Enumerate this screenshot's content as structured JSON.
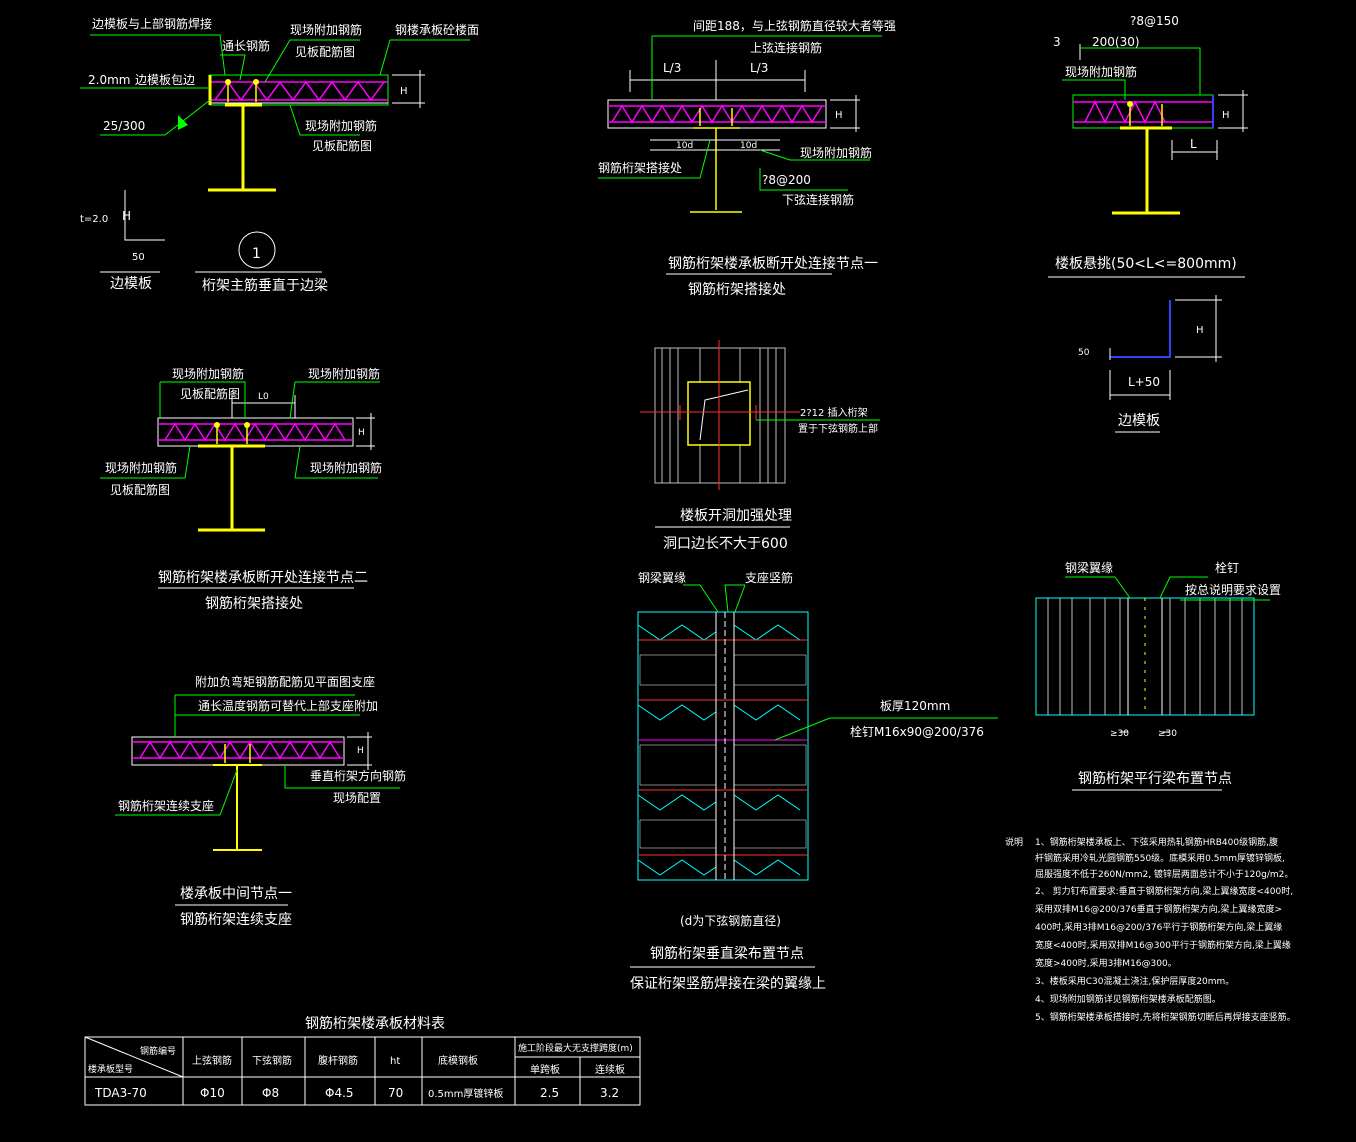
{
  "node1": {
    "labels": [
      "边模板与上部钢筋焊接",
      "通长钢筋",
      "现场附加钢筋",
      "见板配筋图",
      "钢楼承板砼楼面",
      "2.0mm",
      "边模板包边",
      "25/300",
      "现场附加钢筋",
      "见板配筋图",
      "H"
    ],
    "edge_plate_labels": [
      "t=2.0",
      "H",
      "50",
      "边模板"
    ],
    "number": "1",
    "title": "桁架主筋垂直于边梁"
  },
  "node2": {
    "labels": [
      "间距188，与上弦钢筋直径较大者等强",
      "上弦连接钢筋",
      "L/3",
      "L/3",
      "H",
      "钢筋桁架搭接处",
      "10d",
      "10d",
      "现场附加钢筋",
      "?8@200",
      "下弦连接钢筋"
    ],
    "title1": "钢筋桁架楼承板断开处连接节点一",
    "title2": "钢筋桁架搭接处"
  },
  "node3": {
    "labels": [
      "?8@150",
      "3",
      "200(30)",
      "现场附加钢筋",
      "H",
      "L"
    ],
    "title": "楼板悬挑(50<L<=800mm)",
    "edge_plate_labels": [
      "50",
      "H",
      "L+50",
      "边模板"
    ]
  },
  "node4": {
    "labels": [
      "现场附加钢筋",
      "见板配筋图",
      "L0",
      "现场附加钢筋",
      "H",
      "现场附加钢筋",
      "见板配筋图",
      "现场附加钢筋"
    ],
    "title1": "钢筋桁架楼承板断开处连接节点二",
    "title2": "钢筋桁架搭接处"
  },
  "node5": {
    "labels": [
      "2?12 插入桁架",
      "置于下弦钢筋上部"
    ],
    "title1": "楼板开洞加强处理",
    "title2": "洞口边长不大于600"
  },
  "node6": {
    "labels": [
      "附加负弯矩钢筋配筋见平面图支座",
      "通长温度钢筋可替代上部支座附加",
      "H",
      "垂直桁架方向钢筋",
      "现场配置",
      "钢筋桁架连续支座"
    ],
    "title1": "楼承板中间节点一",
    "title2": "钢筋桁架连续支座"
  },
  "node7": {
    "labels": [
      "钢梁翼缘",
      "支座竖筋",
      "板厚120mm",
      "栓钉M16x90@200/376",
      "(d为下弦钢筋直径)"
    ],
    "title1": "钢筋桁架垂直梁布置节点",
    "title2": "保证桁架竖筋焊接在梁的翼缘上"
  },
  "node8": {
    "labels": [
      "钢梁翼缘",
      "栓钉",
      "按总说明要求设置",
      "≥30",
      "≥30"
    ],
    "title": "钢筋桁架平行梁布置节点"
  },
  "notes": {
    "head": "说明",
    "lines": [
      "1、钢筋桁架楼承板上、下弦采用热轧钢筋HRB400级钢筋,腹",
      "杆钢筋采用冷轧光圆钢筋550级。底模采用0.5mm厚镀锌钢板,",
      "屈服强度不低于260N/mm2, 镀锌层两面总计不小于120g/m2。",
      "2、 剪力钉布置要求:垂直于钢筋桁架方向,梁上翼缘宽度<400时,",
      "采用双排M16@200/376垂直于钢筋桁架方向,梁上翼缘宽度>",
      "400时,采用3排M16@200/376平行于钢筋桁架方向,梁上翼缘",
      "宽度<400时,采用双排M16@300平行于钢筋桁架方向,梁上翼缘",
      "宽度>400时,采用3排M16@300。",
      "3、楼板采用C30混凝土浇注,保护层厚度20mm。",
      "4、现场附加钢筋详见钢筋桁架楼承板配筋图。",
      "5、钢筋桁架楼承板搭接时,先将桁架钢筋切断后再焊接支座竖筋。"
    ]
  },
  "table": {
    "title": "钢筋桁架楼承板材料表",
    "corner_top": "钢筋编号",
    "corner_bottom": "楼承板型号",
    "headers": [
      "上弦钢筋",
      "下弦钢筋",
      "腹杆钢筋",
      "ht",
      "底模钢板"
    ],
    "span_header": "施工阶段最大无支撑跨度(m)",
    "span_sub": [
      "单跨板",
      "连续板"
    ],
    "row": [
      "TDA3-70",
      "Φ10",
      "Φ8",
      "Φ4.5",
      "70",
      "0.5mm厚镀锌板",
      "2.5",
      "3.2"
    ]
  }
}
